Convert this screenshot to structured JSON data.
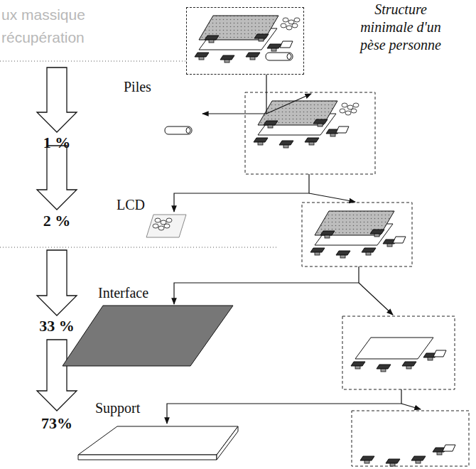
{
  "diagram": {
    "nodes": [
      {
        "text": [
          "Structure minimale d'un pèse personne"
        ]
      },
      {
        "text": [
          "Piles"
        ]
      },
      {
        "text": [
          "LCD"
        ]
      },
      {
        "text": [
          "Interface"
        ]
      },
      {
        "text": [
          "Support"
        ]
      }
    ],
    "edges": [
      {
        "from": 0,
        "to": 1,
        "arrow": "to"
      }
    ],
    "labels": [
      "ux massique",
      "récupération",
      "1 %",
      "2 %",
      "33 %",
      "73%"
    ]
  }
}
